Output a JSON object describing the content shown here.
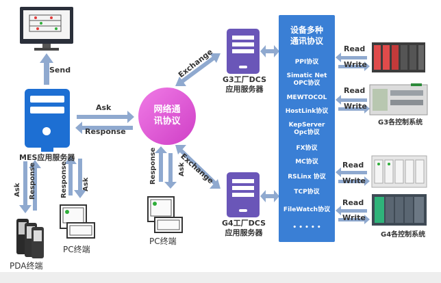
{
  "panel": {
    "title_line1": "设备多种",
    "title_line2": "通讯协议",
    "protocols": [
      [
        "PPI协议"
      ],
      [
        "Simatic Net",
        "OPC协议"
      ],
      [
        "MEWTOCOL"
      ],
      [
        "HostLink协议"
      ],
      [
        "KepServer",
        "Opc协议"
      ],
      [
        "FX协议"
      ],
      [
        "MC协议"
      ],
      [
        "RSLinx 协议"
      ],
      [
        "TCP协议"
      ],
      [
        "FileWatch协议"
      ],
      [
        "• • • • •"
      ]
    ]
  },
  "center": {
    "line1": "网络通",
    "line2": "讯协议"
  },
  "mes": {
    "label": "MES应用服务器"
  },
  "g3": {
    "line1": "G3工厂DCS",
    "line2": "应用服务器"
  },
  "g4": {
    "line1": "G4工厂DCS",
    "line2": "应用服务器"
  },
  "pc_center": {
    "label": "PC终端"
  },
  "pc_left": {
    "label": "PC终端"
  },
  "pda": {
    "label": "PDA终端"
  },
  "systems": {
    "g3": "G3各控制系统",
    "g4": "G4各控制系统"
  },
  "arrows": {
    "send": "Send",
    "ask": "Ask",
    "response": "Response",
    "exchange": "Exchange",
    "read": "Read",
    "write": "Write"
  },
  "colors": {
    "panel": "#3a7fd5",
    "server": "#6a56b8",
    "circle": "#e35ad8",
    "arrow": "#8fa9cf",
    "mes_server": "#1d6fd3"
  }
}
